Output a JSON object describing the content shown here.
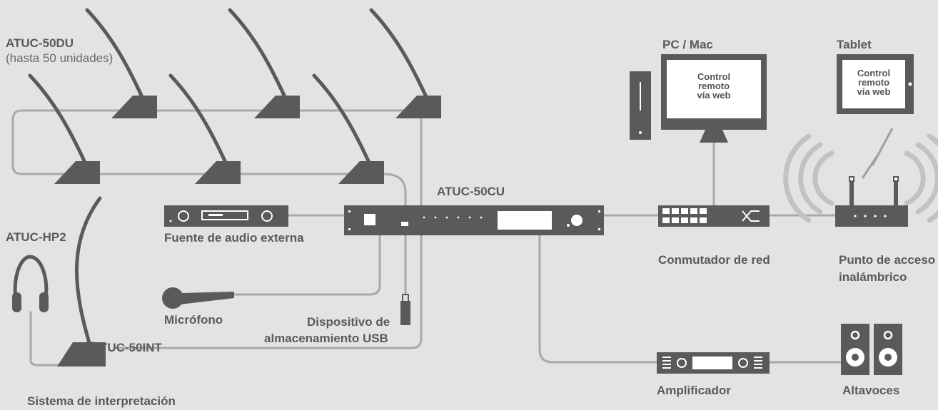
{
  "labels": {
    "du_title": "ATUC-50DU",
    "du_sub": "(hasta 50 unidades)",
    "hp2": "ATUC-HP2",
    "int": "ATUC-50INT",
    "interp": "Sistema de interpretación",
    "cu": "ATUC-50CU",
    "ext_audio": "Fuente de audio externa",
    "mic": "Micrófono",
    "usb_line1": "Dispositivo de",
    "usb_line2": "almacenamiento USB",
    "pc": "PC / Mac",
    "tablet": "Tablet",
    "switch": "Conmutador de red",
    "ap_line1": "Punto de acceso",
    "ap_line2": "inalámbrico",
    "amp": "Amplificador",
    "speakers": "Altavoces"
  },
  "screens": {
    "pc_l1": "Control",
    "pc_l2": "remoto",
    "pc_l3": "vía web",
    "tab_l1": "Control",
    "tab_l2": "remoto",
    "tab_l3": "vía web"
  },
  "colors": {
    "background": "#e3e3e3",
    "device": "#5a5a5a",
    "cable": "#a9a9a9",
    "wifi_wave": "#c2c2c2"
  }
}
